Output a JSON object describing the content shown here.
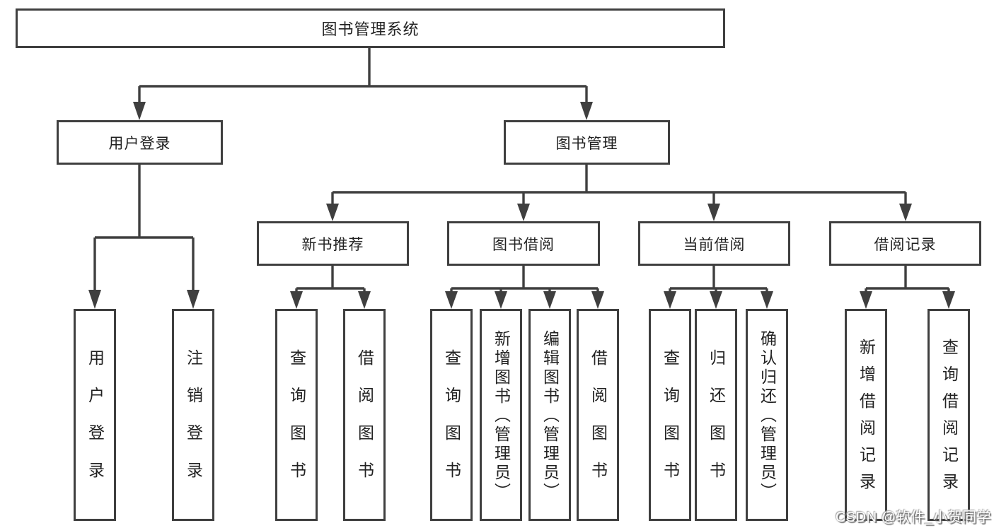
{
  "diagram": {
    "root": {
      "label": "图书管理系统"
    },
    "branches": [
      {
        "label": "用户登录",
        "children": [
          {
            "label": "用户登录"
          },
          {
            "label": "注销登录"
          }
        ]
      },
      {
        "label": "图书管理",
        "children": [
          {
            "label": "新书推荐",
            "children": [
              {
                "label": "查询图书"
              },
              {
                "label": "借阅图书"
              }
            ]
          },
          {
            "label": "图书借阅",
            "children": [
              {
                "label": "查询图书"
              },
              {
                "label": "新增图书（管理员）"
              },
              {
                "label": "编辑图书（管理员）"
              },
              {
                "label": "借阅图书"
              }
            ]
          },
          {
            "label": "当前借阅",
            "children": [
              {
                "label": "查询图书"
              },
              {
                "label": "归还图书"
              },
              {
                "label": "确认归还（管理员）"
              }
            ]
          },
          {
            "label": "借阅记录",
            "children": [
              {
                "label": "新增借阅记录"
              },
              {
                "label": "查询借阅记录"
              }
            ]
          }
        ]
      }
    ]
  },
  "watermark": {
    "text": "CSDN @软件_小贺同学"
  },
  "colors": {
    "line": "#3f3f3f",
    "box_border": "#3f3f3f",
    "box_bg": "#ffffff",
    "text": "#222222",
    "watermark_text": "#fdfdfd",
    "watermark_shadow": "#6b6b6b"
  }
}
